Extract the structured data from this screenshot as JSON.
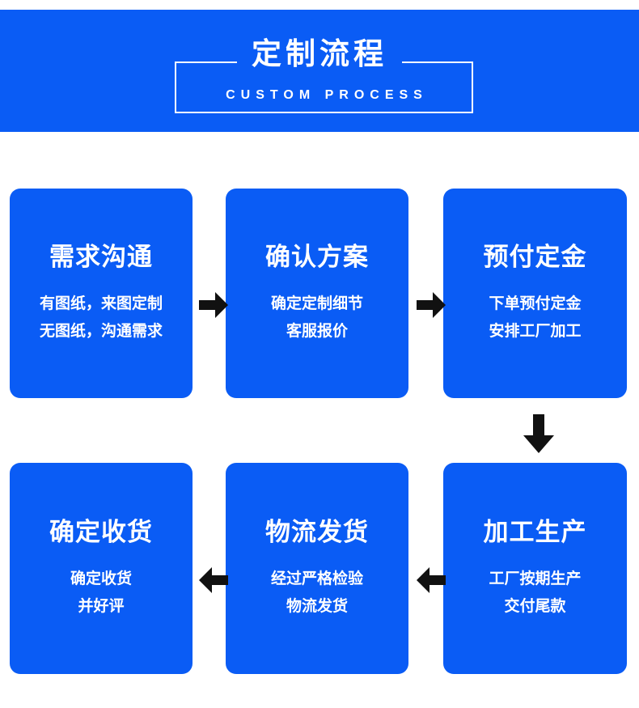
{
  "header": {
    "title_cn": "定制流程",
    "title_en": "CUSTOM PROCESS",
    "band_color": "#0A5CF5",
    "text_color": "#FFFFFF"
  },
  "theme": {
    "box_color": "#0A5CF5",
    "arrow_color": "#111111",
    "page_background": "#FFFFFF"
  },
  "steps": [
    {
      "index": 1,
      "title": "需求沟通",
      "lines": [
        "有图纸，来图定制",
        "无图纸，沟通需求"
      ]
    },
    {
      "index": 2,
      "title": "确认方案",
      "lines": [
        "确定定制细节",
        "客服报价"
      ]
    },
    {
      "index": 3,
      "title": "预付定金",
      "lines": [
        "下单预付定金",
        "安排工厂加工"
      ]
    },
    {
      "index": 4,
      "title": "加工生产",
      "lines": [
        "工厂按期生产",
        "交付尾款"
      ]
    },
    {
      "index": 5,
      "title": "物流发货",
      "lines": [
        "经过严格检验",
        "物流发货"
      ]
    },
    {
      "index": 6,
      "title": "确定收货",
      "lines": [
        "确定收货",
        "并好评"
      ]
    }
  ],
  "arrows": [
    {
      "id": 1,
      "direction": "right",
      "from": "需求沟通",
      "to": "确认方案"
    },
    {
      "id": 2,
      "direction": "right",
      "from": "确认方案",
      "to": "预付定金"
    },
    {
      "id": 3,
      "direction": "down",
      "from": "预付定金",
      "to": "加工生产"
    },
    {
      "id": 4,
      "direction": "left",
      "from": "加工生产",
      "to": "物流发货"
    },
    {
      "id": 5,
      "direction": "left",
      "from": "物流发货",
      "to": "确定收货"
    }
  ]
}
